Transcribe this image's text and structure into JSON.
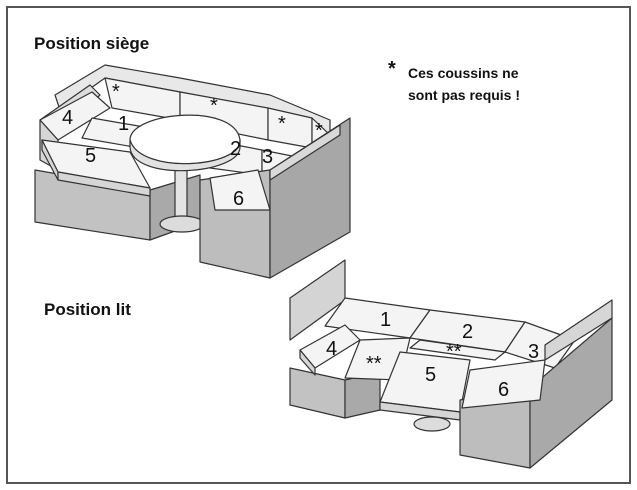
{
  "labels": {
    "seat_title": "Position siège",
    "bed_title": "Position lit",
    "note_star": "*",
    "note_line1": "Ces coussins ne",
    "note_line2": "sont pas requis !"
  },
  "seat_cushions": [
    "4",
    "1",
    "5",
    "2",
    "3",
    "6"
  ],
  "seat_asterisks": [
    "*",
    "*",
    "*",
    "*"
  ],
  "bed_cushions": [
    "1",
    "2",
    "4",
    "5",
    "3",
    "6"
  ],
  "bed_asterisks": [
    "**",
    "**"
  ],
  "colors": {
    "frame": "#555555",
    "cushion_top": "#f2f2f2",
    "cushion_side": "#cfcfcf",
    "base_side": "#bdbdbd",
    "outline": "#333333"
  }
}
